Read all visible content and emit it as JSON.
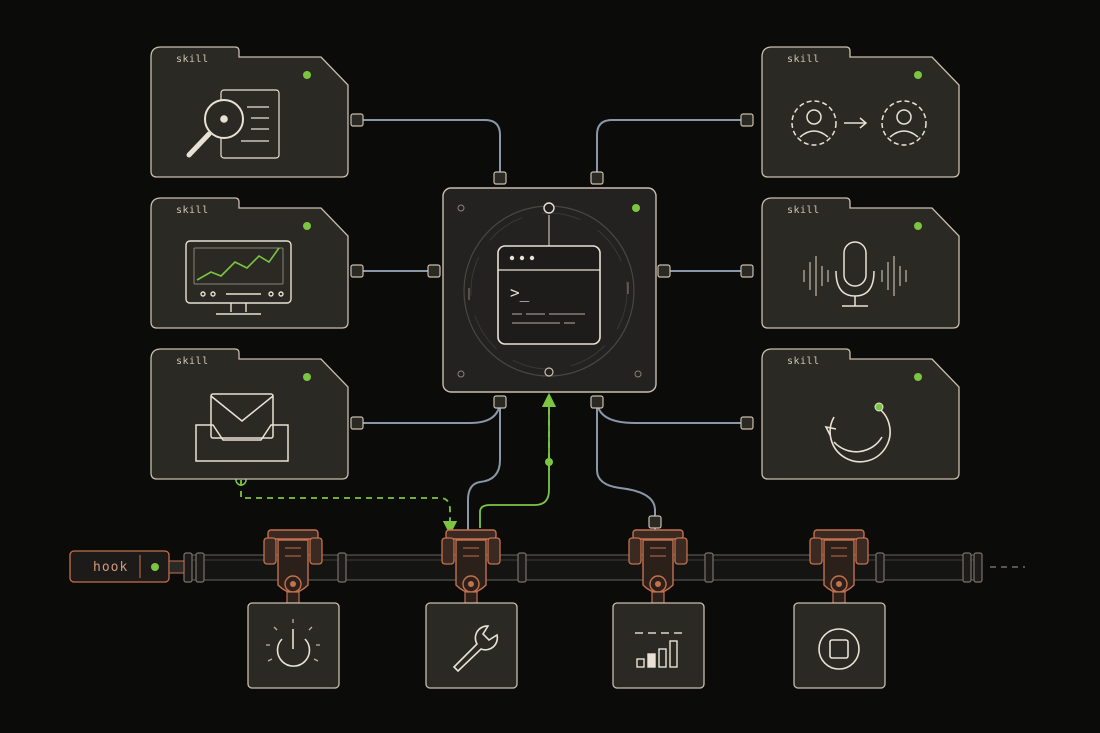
{
  "skills": [
    {
      "id": "research",
      "label": "skill",
      "icon": "magnifier-document-icon",
      "status_color": "#7cc540"
    },
    {
      "id": "chart",
      "label": "skill",
      "icon": "monitor-chart-icon",
      "status_color": "#7cc540"
    },
    {
      "id": "mail",
      "label": "skill",
      "icon": "mail-inbox-icon",
      "status_color": "#7cc540"
    },
    {
      "id": "handoff",
      "label": "skill",
      "icon": "user-transfer-icon",
      "status_color": "#7cc540"
    },
    {
      "id": "voice",
      "label": "skill",
      "icon": "microphone-waveform-icon",
      "status_color": "#7cc540"
    },
    {
      "id": "loop",
      "label": "skill",
      "icon": "refresh-cycle-icon",
      "status_color": "#7cc540"
    }
  ],
  "hook": {
    "label": "hook",
    "status_color": "#7cc540"
  },
  "core": {
    "icon": "terminal-window-icon",
    "prompt": ">_",
    "status_color": "#7cc540"
  },
  "pipeline_stations": [
    {
      "icon": "power-icon"
    },
    {
      "icon": "wrench-icon"
    },
    {
      "icon": "signal-bars-icon"
    },
    {
      "icon": "stop-icon"
    }
  ],
  "colors": {
    "background": "#0b0b0a",
    "panel": "#2a2924",
    "outline": "#c9bfad",
    "wire": "#8a97a8",
    "accent": "#7cc540",
    "copper": "#c4714e"
  }
}
